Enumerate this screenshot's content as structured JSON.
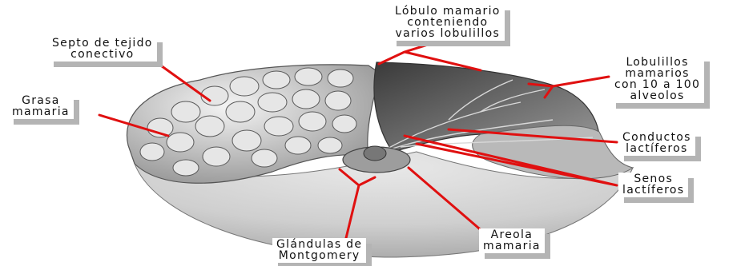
{
  "title": "",
  "leader_color": "#e01010",
  "labels": {
    "lobulo": {
      "lines": [
        "Lóbulo mamario",
        "conteniendo",
        "varios lobulillos"
      ]
    },
    "septo": {
      "lines": [
        "Septo de tejido",
        "conectivo"
      ]
    },
    "grasa": {
      "lines": [
        "Grasa",
        "mamaria"
      ]
    },
    "lobulillos": {
      "lines": [
        "Lobulillos",
        "mamarios",
        "con 10 a 100",
        "alveolos"
      ]
    },
    "conductos": {
      "lines": [
        "Conductos",
        "lactíferos"
      ]
    },
    "senos": {
      "lines": [
        "Senos",
        "lactíferos"
      ]
    },
    "areola": {
      "lines": [
        "Areola",
        "mamaria"
      ]
    },
    "glandulas": {
      "lines": [
        "Glándulas de",
        "Montgomery"
      ]
    }
  }
}
